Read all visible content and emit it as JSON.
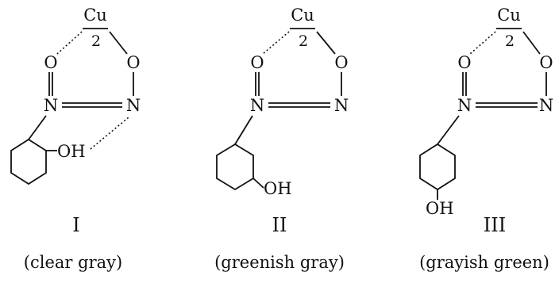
{
  "structures": [
    {
      "id": "I",
      "metal": "Cu",
      "metal_count": "2",
      "o_left": "O",
      "o_right": "O",
      "n_left": "N",
      "n_right": "N",
      "substituent": "OH",
      "numeral": "I",
      "caption": "(clear gray)"
    },
    {
      "id": "II",
      "metal": "Cu",
      "metal_count": "2",
      "o_left": "O",
      "o_right": "O",
      "n_left": "N",
      "n_right": "N",
      "substituent": "OH",
      "numeral": "II",
      "caption": "(greenish gray)"
    },
    {
      "id": "III",
      "metal": "Cu",
      "metal_count": "2",
      "o_left": "O",
      "o_right": "O",
      "n_left": "N",
      "n_right": "N",
      "substituent": "OH",
      "numeral": "III",
      "caption": "(grayish green)"
    }
  ]
}
